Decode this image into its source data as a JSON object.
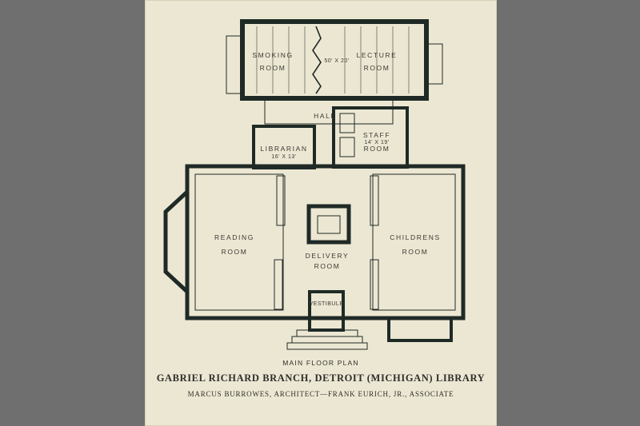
{
  "plan": {
    "rooms": {
      "smoking": [
        "SMOKING",
        "ROOM"
      ],
      "dimension_main": "50' X 20'",
      "lecture": [
        "LECTURE",
        "ROOM"
      ],
      "hall": "HALL",
      "librarian": "LIBRARIAN",
      "librarian_dim": "16' X 13'",
      "staff": "STAFF",
      "staff_dim": "14' X 19'",
      "staff_room": "ROOM",
      "reading": [
        "READING",
        "ROOM"
      ],
      "delivery": [
        "DELIVERY",
        "ROOM"
      ],
      "childrens": [
        "CHILDRENS",
        "ROOM"
      ],
      "vestibule": "VESTIBULE"
    }
  },
  "caption": {
    "subtitle": "MAIN FLOOR PLAN",
    "title": "GABRIEL RICHARD BRANCH, DETROIT (MICHIGAN) LIBRARY",
    "credit": "MARCUS BURROWES, ARCHITECT—FRANK EURICH, JR., ASSOCIATE"
  },
  "colors": {
    "background": "#6f6f6f",
    "paper": "#ece7d3",
    "wall": "#1f2a26",
    "ink": "#2e2e2a"
  }
}
